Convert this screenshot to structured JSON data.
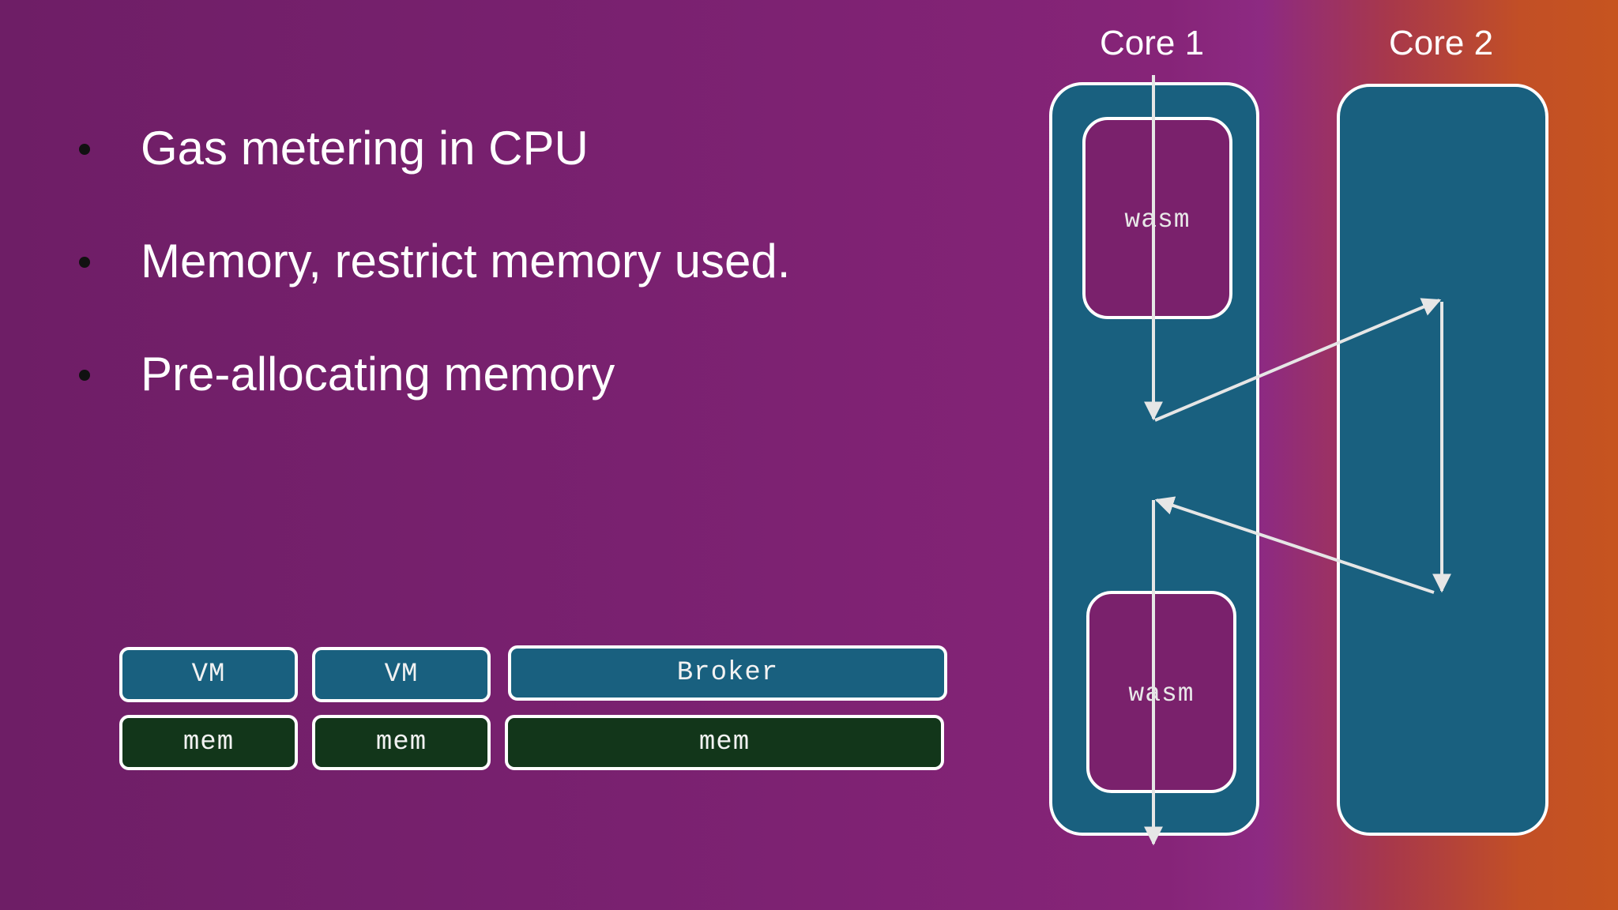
{
  "bullets": [
    {
      "text": "Gas metering in CPU"
    },
    {
      "text": "Memory,  restrict memory used."
    },
    {
      "text": "Pre-allocating memory"
    }
  ],
  "memory_layout": {
    "top_row": [
      "VM",
      "VM",
      "Broker"
    ],
    "bottom_row": [
      "mem",
      "mem",
      "mem"
    ]
  },
  "cores": {
    "core1": {
      "label": "Core 1",
      "modules": [
        "wasm",
        "wasm"
      ]
    },
    "core2": {
      "label": "Core 2"
    }
  },
  "colors": {
    "core_fill": "#19607f",
    "wasm_fill": "#7a216c",
    "mem_fill": "#12361a",
    "stroke": "#ffffff",
    "arrow": "#e6e6e6",
    "bg_left": "#6e1e66",
    "bg_right": "#c6541f"
  }
}
